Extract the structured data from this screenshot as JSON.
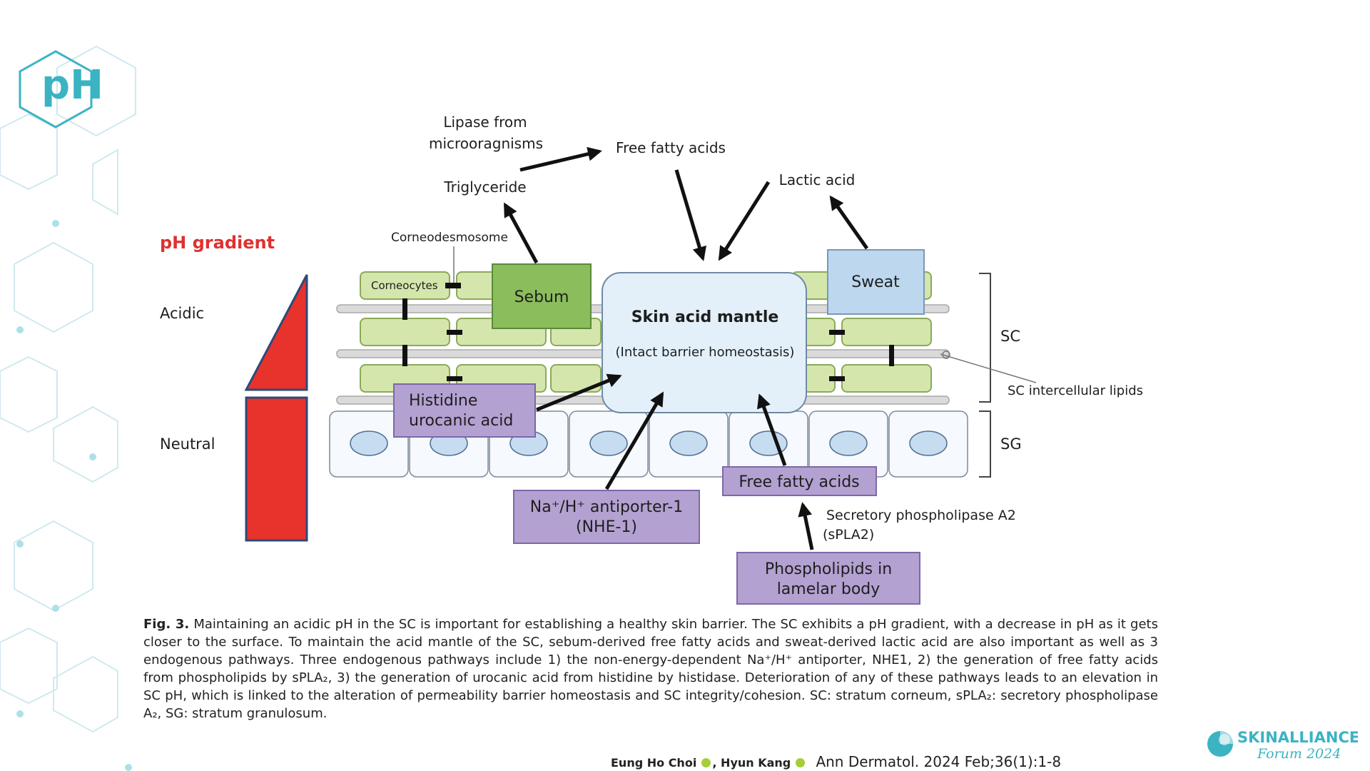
{
  "slide": {
    "logo": "pH",
    "brand": {
      "line1": "SKINALLIANCE",
      "line2": "Forum 2024"
    }
  },
  "colors": {
    "teal": "#3bb3c3",
    "red": "#e8322c",
    "gradient_label": "#e03030",
    "green_cell": "#d5e6ad",
    "sebum": "#8bbd5c",
    "sweat": "#bcd7ee",
    "mantle": "#e3f0fa",
    "purple": "#b3a1d1",
    "cell_blue": "#c5dcf1"
  },
  "diagram": {
    "ph_gradient_title": "pH gradient",
    "acidic": "Acidic",
    "neutral": "Neutral",
    "lipase_line1": "Lipase from",
    "lipase_line2": "microoragnisms",
    "free_fatty_acids_top": "Free fatty acids",
    "triglyceride": "Triglyceride",
    "lactic_acid": "Lactic acid",
    "corneodesmosome": "Corneodesmosome",
    "corneocytes": "Corneocytes",
    "sebum": "Sebum",
    "sweat": "Sweat",
    "mantle_title": "Skin acid mantle",
    "mantle_sub": "(Intact barrier homeostasis)",
    "histidine_line1": "Histidine",
    "histidine_line2": "urocanic acid",
    "nhe_line1": "Na⁺/H⁺ antiporter-1",
    "nhe_line2": "(NHE-1)",
    "free_fatty_acids_box": "Free fatty acids",
    "spla2_line1": "Secretory phospholipase A2",
    "spla2_line2": "(sPLA2)",
    "phospholipids_line1": "Phospholipids in",
    "phospholipids_line2": "lamelar body",
    "sc": "SC",
    "sg": "SG",
    "sc_lipids": "SC intercellular lipids"
  },
  "caption": {
    "label": "Fig. 3.",
    "text": "Maintaining an acidic pH in the SC is important for establishing a healthy skin barrier. The SC exhibits a pH gradient, with a decrease in pH as it gets closer to the surface. To maintain the acid mantle of the SC, sebum-derived free fatty acids and sweat-derived lactic acid are also important as well as 3 endogenous pathways. Three endogenous pathways include 1) the non-energy-dependent Na⁺/H⁺ antiporter, NHE1, 2) the generation of free fatty acids from phospholipids by sPLA₂, 3) the generation of urocanic acid from histidine by histidase. Deterioration of any of these pathways leads to an elevation in SC pH, which is linked to the alteration of permeability barrier homeostasis and SC integrity/cohesion. SC: stratum corneum, sPLA₂: secretory phospholipase A₂, SG: stratum granulosum."
  },
  "reference": {
    "author1": "Eung Ho Choi",
    "author2": "Hyun Kang",
    "journal": "Ann Dermatol. 2024 Feb;36(1):1-8"
  }
}
